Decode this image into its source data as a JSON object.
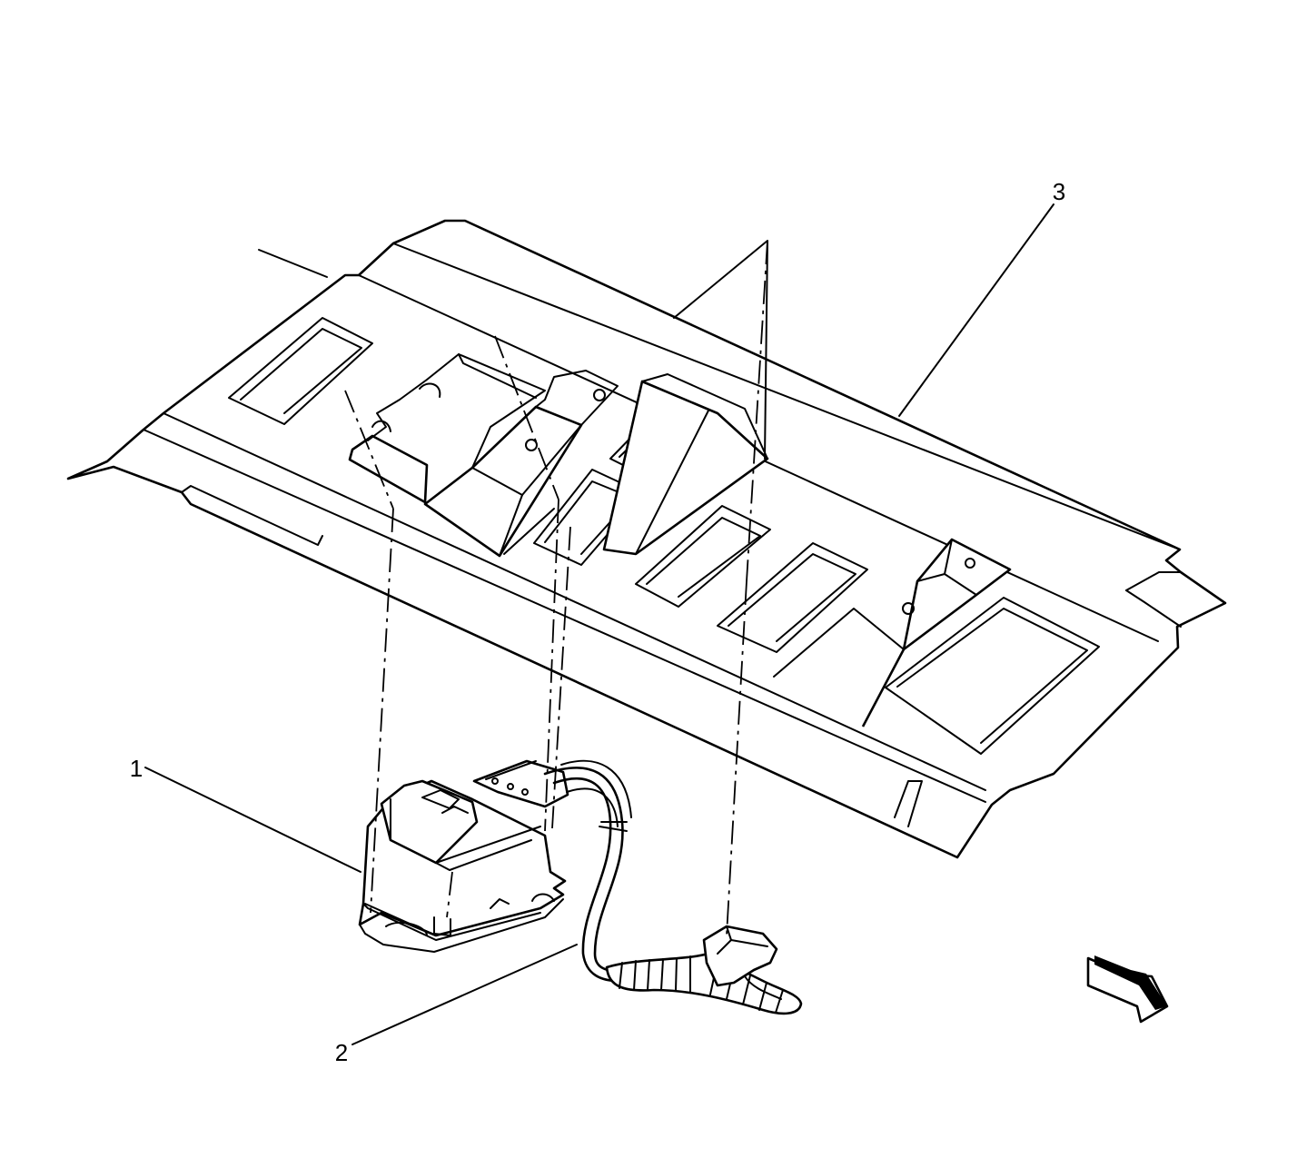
{
  "callouts": [
    {
      "id": "1",
      "label": "1"
    },
    {
      "id": "2",
      "label": "2"
    },
    {
      "id": "3",
      "label": "3"
    }
  ],
  "colors": {
    "line": "#000000",
    "background": "#ffffff"
  },
  "icons": {
    "orientation": "direction-arrow-icon"
  }
}
